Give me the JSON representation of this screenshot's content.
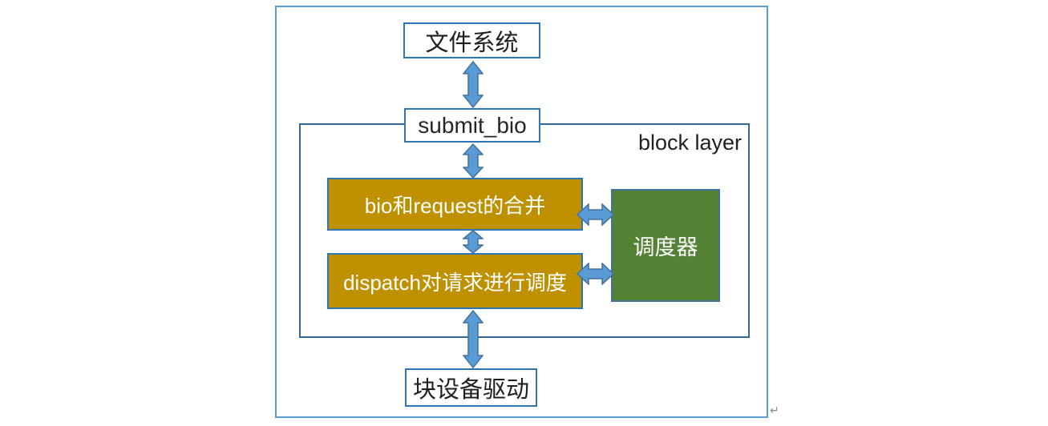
{
  "diagram": {
    "nodes": {
      "file_system": "文件系统",
      "submit_bio": "submit_bio",
      "block_layer": "block layer",
      "bio_request_merge": "bio和request的合并",
      "dispatch": "dispatch对请求进行调度",
      "scheduler": "调度器",
      "block_device_driver": "块设备驱动"
    },
    "marks": {
      "paragraph_return": "↵"
    },
    "colors": {
      "outer_border": "#5B9BD5",
      "inner_border": "#31679B",
      "node_border": "#2E75B6",
      "arrow_fill": "#5B9BD5",
      "arrow_stroke": "#41719C",
      "gold_fill": "#BF9000",
      "green_fill": "#548235",
      "green_border": "#41719C",
      "text_dark": "#1F1F1F",
      "text_light": "#FFFFFF"
    }
  }
}
